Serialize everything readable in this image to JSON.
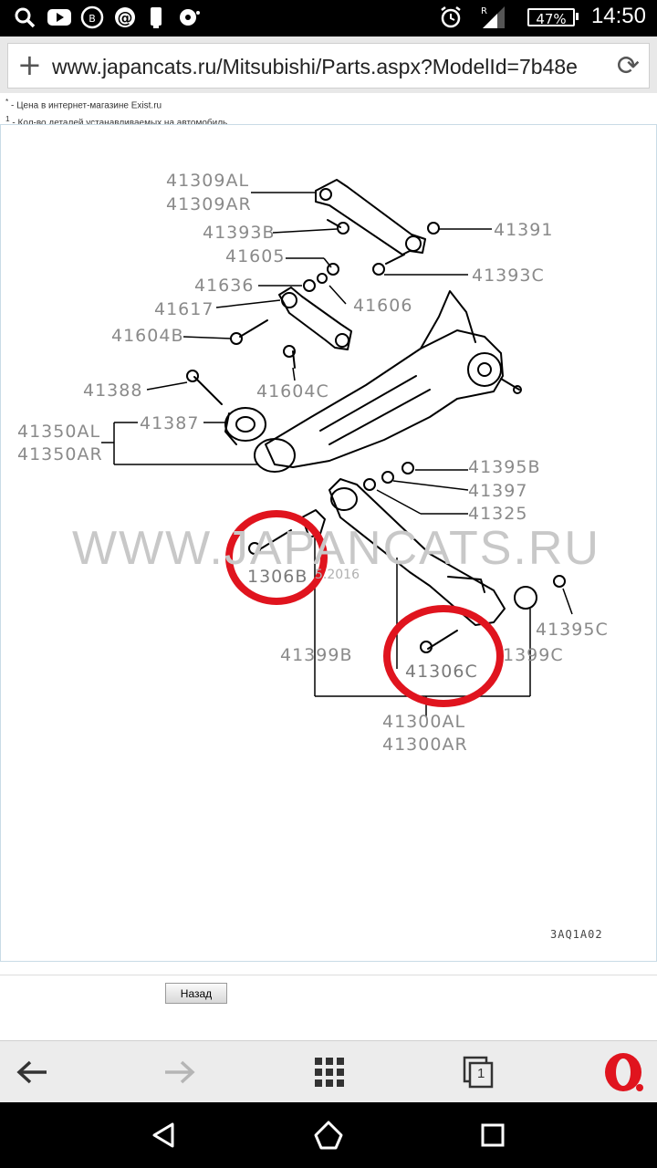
{
  "status_bar": {
    "time": "14:50",
    "battery": "47%",
    "icons": [
      "search-icon",
      "youtube-icon",
      "vk-icon",
      "at-icon",
      "phone-charge-icon",
      "podcast-icon",
      "alarm-icon",
      "signal-icon",
      "battery-icon"
    ]
  },
  "browser": {
    "new_tab_symbol": "+",
    "url": "www.japancats.ru/Mitsubishi/Parts.aspx?ModelId=7b48e",
    "reload_symbol": "⟳"
  },
  "notes": {
    "line1_mark": "*",
    "line1": " - Цена в интернет-магазине Exist.ru",
    "line2_mark": "1",
    "line2": " - Кол-во деталей устанавливаемых на автомобиль."
  },
  "diagram": {
    "labels": {
      "p41309AL": "41309AL",
      "p41309AR": "41309AR",
      "p41393B": "41393B",
      "p41391": "41391",
      "p41605": "41605",
      "p41393C": "41393C",
      "p41636": "41636",
      "p41606": "41606",
      "p41617": "41617",
      "p41604B": "41604B",
      "p41388": "41388",
      "p41604C": "41604C",
      "p41387": "41387",
      "p41350AL": "41350AL",
      "p41350AR": "41350AR",
      "p41395B": "41395B",
      "p41397": "41397",
      "p41325": "41325",
      "p41306B": "1306B",
      "p41395C": "41395C",
      "p41399B": "41399B",
      "p41399C": "1399C",
      "p41306C": "41306C",
      "p41300AL": "41300AL",
      "p41300AR": "41300AR"
    },
    "watermark": "WWW.JAPANCATS.RU",
    "watermark_date": "5.2016",
    "figure_code": "3AQ1A02",
    "highlight_color": "#e0141e"
  },
  "page": {
    "back_button": "Назад"
  },
  "opera_bar": {
    "tab_count": "1",
    "icons": [
      "back-arrow-icon",
      "forward-arrow-icon",
      "speed-dial-icon",
      "tabs-icon",
      "opera-menu-icon"
    ]
  },
  "android_nav": {
    "icons": [
      "back-triangle-icon",
      "home-icon",
      "recents-icon"
    ]
  }
}
